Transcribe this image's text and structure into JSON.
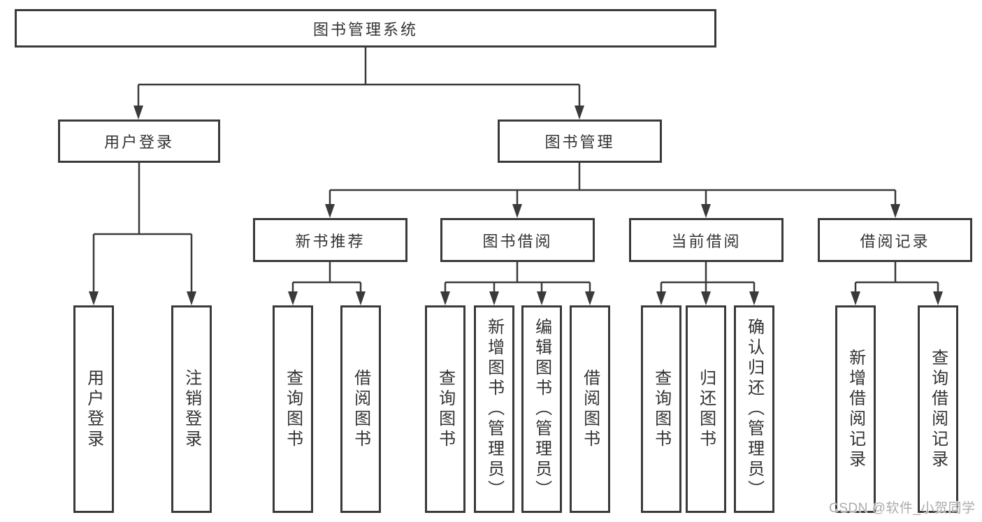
{
  "tree": {
    "root": "图书管理系统",
    "level2": [
      "用户登录",
      "图书管理"
    ],
    "level3": [
      "新书推荐",
      "图书借阅",
      "当前借阅",
      "借阅记录"
    ],
    "leaves_login": [
      "用户登录",
      "注销登录"
    ],
    "leaves_newbook": [
      "查询图书",
      "借阅图书"
    ],
    "leaves_borrow": [
      "查询图书",
      "新增图书（管理员）",
      "编辑图书（管理员）",
      "借阅图书"
    ],
    "leaves_current": [
      "查询图书",
      "归还图书",
      "确认归还（管理员）"
    ],
    "leaves_records": [
      "新增借阅记录",
      "查询借阅记录"
    ]
  },
  "watermark": {
    "text": "CSDN @软件_小贺同学"
  },
  "colors": {
    "line": "#3a3a3a",
    "text": "#333333",
    "watermark": "#ababab",
    "background": "#ffffff"
  }
}
